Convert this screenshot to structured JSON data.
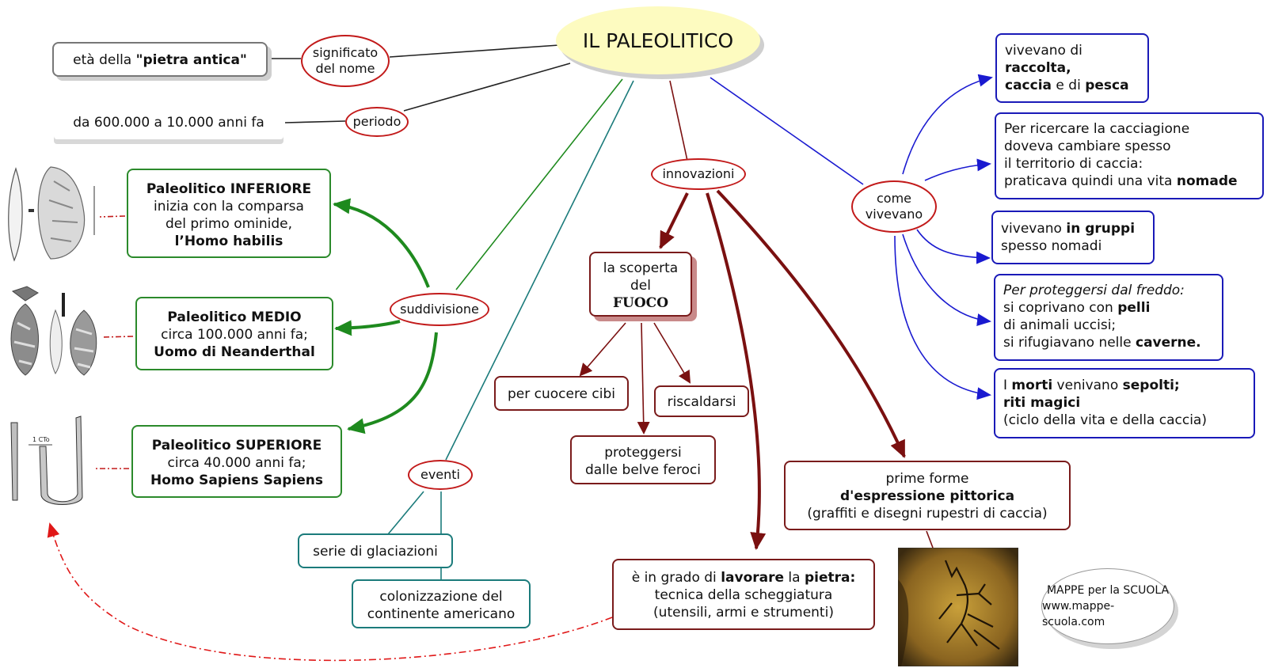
{
  "title": "IL PALEOLITICO",
  "labels": {
    "significato_1": "significato",
    "significato_2": "del nome",
    "periodo": "periodo",
    "suddivisione": "suddivisione",
    "eventi": "eventi",
    "innovazioni": "innovazioni",
    "come_1": "come",
    "come_2": "vivevano"
  },
  "nome": {
    "prefix": "età della ",
    "bold": "\"pietra antica\""
  },
  "periodo_text": "da 600.000 a 10.000 anni fa",
  "inferiore": {
    "title": "Paleolitico INFERIORE",
    "line1": "inizia con la comparsa",
    "line2": "del primo ominide,",
    "bold": "l’Homo habilis"
  },
  "medio": {
    "title": "Paleolitico MEDIO",
    "line1": "circa 100.000 anni fa;",
    "bold": "Uomo di Neanderthal"
  },
  "superiore": {
    "title": "Paleolitico SUPERIORE",
    "line1": "circa 40.000 anni fa;",
    "bold": "Homo Sapiens Sapiens"
  },
  "eventi_items": [
    "serie di glaciazioni",
    "colonizzazione del",
    "continente americano"
  ],
  "fuoco": {
    "line1": "la scoperta",
    "line2": "del",
    "bold": "FUOCO"
  },
  "fuoco_items": {
    "cibi": "per cuocere cibi",
    "riscaldarsi": "riscaldarsi",
    "proteggersi_1": "proteggersi",
    "proteggersi_2": "dalle belve feroci"
  },
  "pietra": {
    "p1": "è in grado di ",
    "b1": "lavorare",
    "p2": " la ",
    "b2": "pietra:",
    "line2": "tecnica della scheggiatura",
    "line3": "(utensili, armi e strumenti)"
  },
  "pittorica": {
    "line1": "prime forme",
    "bold": "d'espressione pittorica",
    "line3": "(graffiti e disegni rupestri di caccia)"
  },
  "vivevano": {
    "b1": {
      "line1": "vivevano di",
      "bold1": "raccolta,",
      "bold2": "caccia",
      "mid": " e di ",
      "bold3": "pesca"
    },
    "b2": {
      "line1": "Per ricercare la cacciagione",
      "line2": "doveva cambiare spesso",
      "line3": "il territorio di caccia:",
      "line4": "praticava quindi una vita ",
      "bold": "nomade"
    },
    "b3": {
      "pre": "vivevano ",
      "bold": "in gruppi",
      "line2": "spesso nomadi"
    },
    "b4": {
      "italic": "Per proteggersi dal freddo:",
      "pre": "si coprivano con ",
      "bold": "pelli",
      "line3": "di animali uccisi;",
      "pre4": "si rifugiavano nelle ",
      "bold4": "caverne."
    },
    "b5": {
      "pre": "I ",
      "bold1": "morti",
      "mid": " venivano ",
      "bold2": "sepolti;",
      "bold3": "riti magici",
      "line3": "(ciclo della vita e della caccia)"
    }
  },
  "brand": {
    "line1": "MAPPE per la SCUOLA",
    "line2": "www.mappe-scuola.com"
  },
  "colors": {
    "red": "#c21a1a",
    "green": "#1e8a1e",
    "teal": "#1b7b7b",
    "brown": "#7a1010",
    "blue": "#1a1ad0",
    "title_fill": "#fdfbc0"
  }
}
